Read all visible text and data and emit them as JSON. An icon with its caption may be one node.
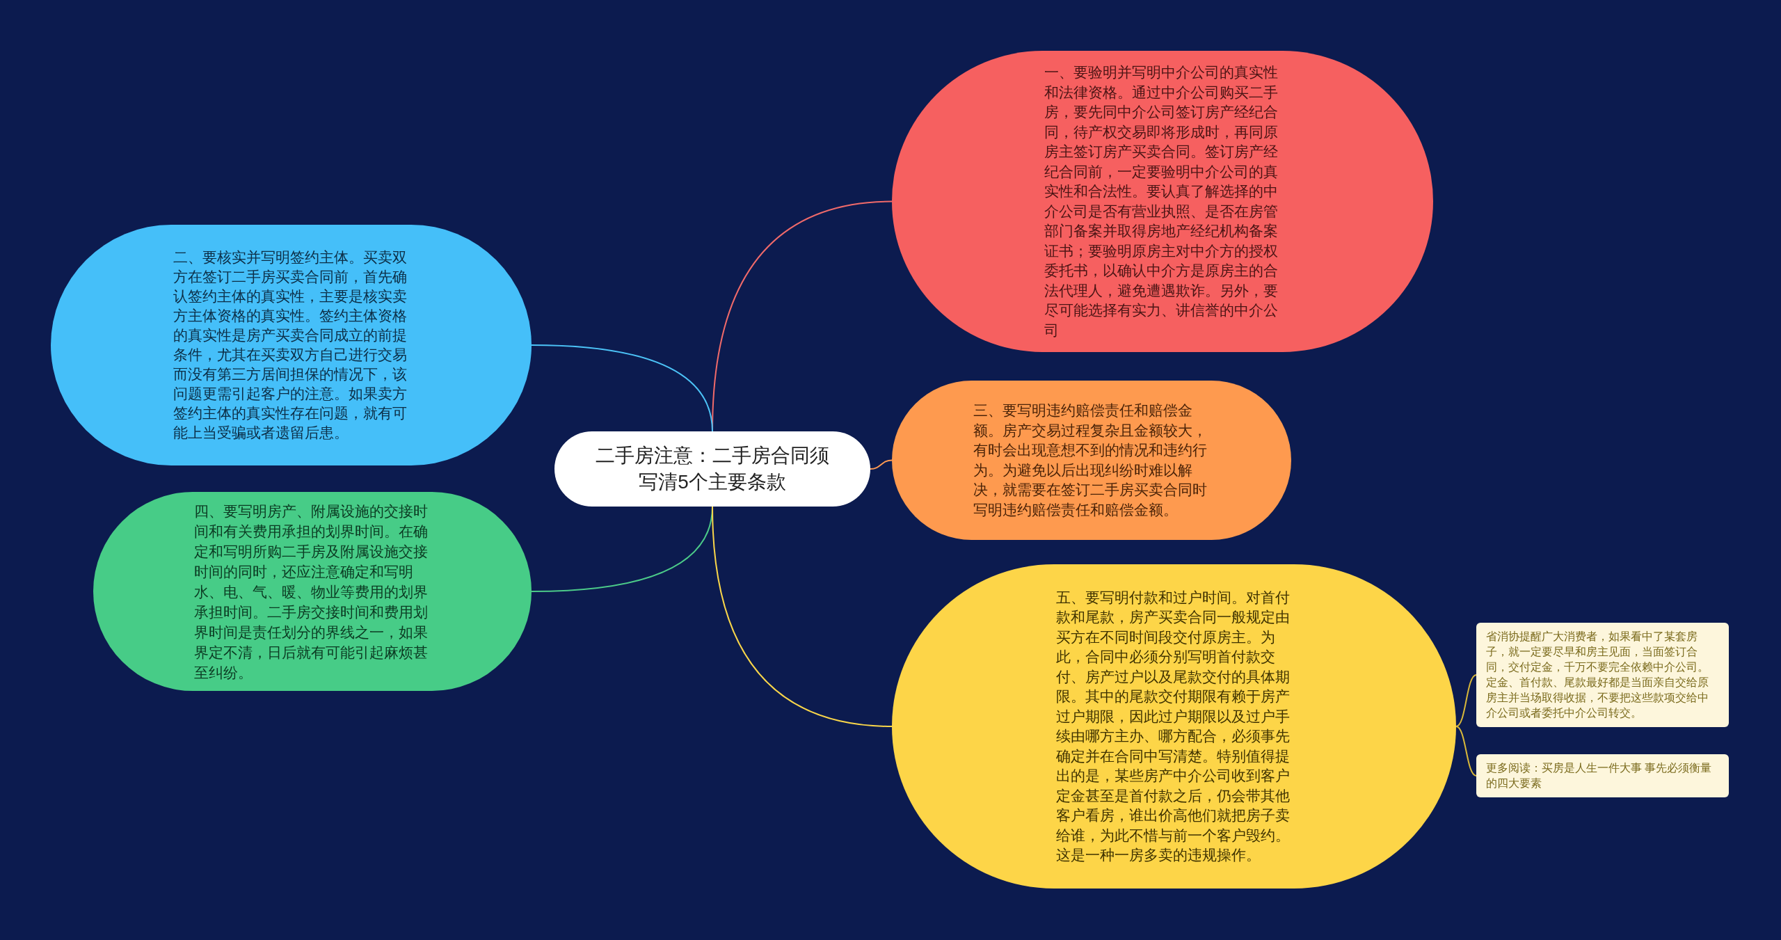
{
  "diagram": {
    "nodes": [
      {
        "text": [
          "二手房注意：二手房合同须写清5个主要条款"
        ]
      },
      {
        "text": [
          "一、要验明并写明中介公司的真实性和法律资格。通过中介公司购买二手房，要先同中介公司签订房产经纪合同，待产权交易即将形成时，再同原房主签订房产买卖合同。签订房产经纪合同前，一定要验明中介公司的真实性和合法性。要认真了解选择的中介公司是否有营业执照、是否在房管部门备案并取得房地产经纪机构备案证书；要验明原房主对中介方的授权委托书，以确认中介方是原房主的合法代理人，避免遭遇欺诈。另外，要尽可能选择有实力、讲信誉的中介公司"
        ]
      },
      {
        "text": [
          "二、要核实并写明签约主体。买卖双方在签订二手房买卖合同前，首先确认签约主体的真实性，主要是核实卖方主体资格的真实性。签约主体资格的真实性是房产买卖合同成立的前提条件，尤其在买卖双方自己进行交易而没有第三方居间担保的情况下，该问题更需引起客户的注意。如果卖方签约主体的真实性存在问题，就有可能上当受骗或者遗留后患。"
        ]
      },
      {
        "text": [
          "三、要写明违约赔偿责任和赔偿金额。房产交易过程复杂且金额较大，有时会出现意想不到的情况和违约行为。为避免以后出现纠纷时难以解决，就需要在签订二手房买卖合同时写明违约赔偿责任和赔偿金额。"
        ]
      },
      {
        "text": [
          "四、要写明房产、附属设施的交接时间和有关费用承担的划界时间。在确定和写明所购二手房及附属设施交接时间的同时，还应注意确定和写明水、电、气、暖、物业等费用的划界承担时间。二手房交接时间和费用划界时间是责任划分的界线之一，如果界定不清，日后就有可能引起麻烦甚至纠纷。"
        ]
      },
      {
        "text": [
          "五、要写明付款和过户时间。对首付款和尾款，房产买卖合同一般规定由买方在不同时间段交付原房主。为此，合同中必须分别写明首付款交付、房产过户以及尾款交付的具体期限。其中的尾款交付期限有赖于房产过户期限，因此过户期限以及过户手续由哪方主办、哪方配合，必须事先确定并在合同中写清楚。特别值得提出的是，某些房产中介公司收到客户定金甚至是首付款之后，仍会带其他客户看房，谁出价高他们就把房子卖给谁，为此不惜与前一个客户毁约。这是一种一房多卖的违规操作。"
        ]
      },
      {
        "text": [
          "省消协提醒广大消费者，如果看中了某套房子，就一定要尽早和房主见面，当面签订合同，交付定金，千万不要完全依赖中介公司。定金、首付款、尾款最好都是当面亲自交给原房主并当场取得收据，不要把这些款项交给中介公司或者委托中介公司转交。"
        ]
      },
      {
        "text": [
          "更多阅读：买房是人生一件大事 事先必须衡量的四大要素"
        ]
      }
    ],
    "edges": [
      {
        "from": 0,
        "to": 1,
        "arrow": "none",
        "color": "#f06a6a"
      },
      {
        "from": 0,
        "to": 2,
        "arrow": "none",
        "color": "#4cc3f7"
      },
      {
        "from": 0,
        "to": 3,
        "arrow": "none",
        "color": "#ff9a52"
      },
      {
        "from": 0,
        "to": 4,
        "arrow": "none",
        "color": "#4ccb89"
      },
      {
        "from": 0,
        "to": 5,
        "arrow": "none",
        "color": "#f9d64a"
      },
      {
        "from": 5,
        "to": 6,
        "arrow": "none",
        "color": "#d8b83a"
      },
      {
        "from": 5,
        "to": 7,
        "arrow": "none",
        "color": "#d8b83a"
      }
    ]
  }
}
